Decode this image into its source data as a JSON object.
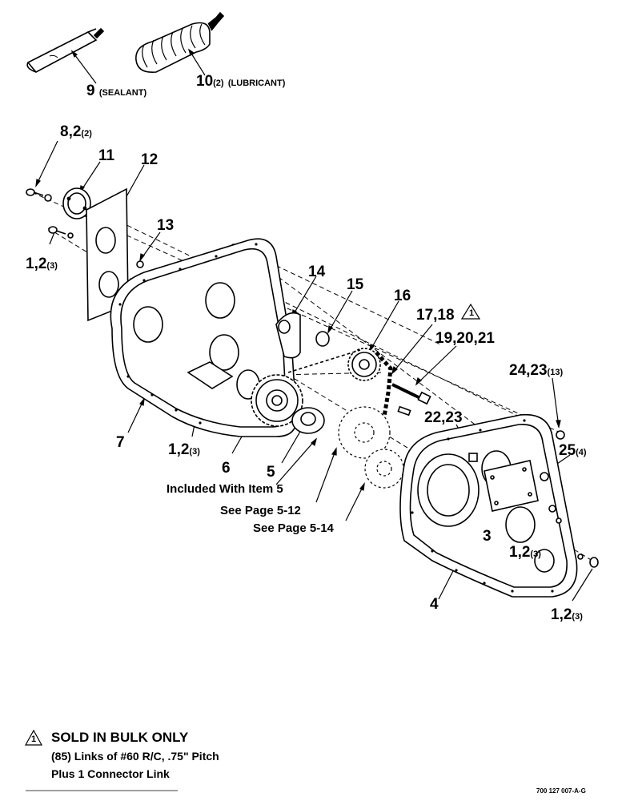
{
  "callouts": {
    "c9": {
      "num": "9",
      "text": "(SEALANT)"
    },
    "c10": {
      "num": "10",
      "qty": "(2)",
      "text": "(LUBRICANT)"
    },
    "c8": {
      "num": "8,2",
      "qty": "(2)"
    },
    "c11": {
      "num": "11"
    },
    "c12": {
      "num": "12"
    },
    "c13": {
      "num": "13"
    },
    "c1a": {
      "num": "1,2",
      "qty": "(3)"
    },
    "c14": {
      "num": "14"
    },
    "c15": {
      "num": "15"
    },
    "c16": {
      "num": "16"
    },
    "c17": {
      "num": "17,18"
    },
    "c19": {
      "num": "19,20,21"
    },
    "c24": {
      "num": "24,23",
      "qty": "(13)"
    },
    "c22": {
      "num": "22,23"
    },
    "c25": {
      "num": "25",
      "qty": "(4)"
    },
    "c7": {
      "num": "7"
    },
    "c1b": {
      "num": "1,2",
      "qty": "(3)"
    },
    "c6": {
      "num": "6"
    },
    "c5": {
      "num": "5"
    },
    "c3": {
      "num": "3"
    },
    "c1c": {
      "num": "1,2",
      "qty": "(3)"
    },
    "c4": {
      "num": "4"
    },
    "c1d": {
      "num": "1,2",
      "qty": "(3)"
    }
  },
  "references": {
    "included": "Included With Item 5",
    "page512": "See Page 5-12",
    "page514": "See Page 5-14"
  },
  "note": {
    "marker": "1",
    "title": "SOLD IN BULK ONLY",
    "line1": "(85) Links of #60 R/C, .75\" Pitch",
    "line2": "Plus 1 Connector Link"
  },
  "drawing_number": "700 127 007-A-G"
}
